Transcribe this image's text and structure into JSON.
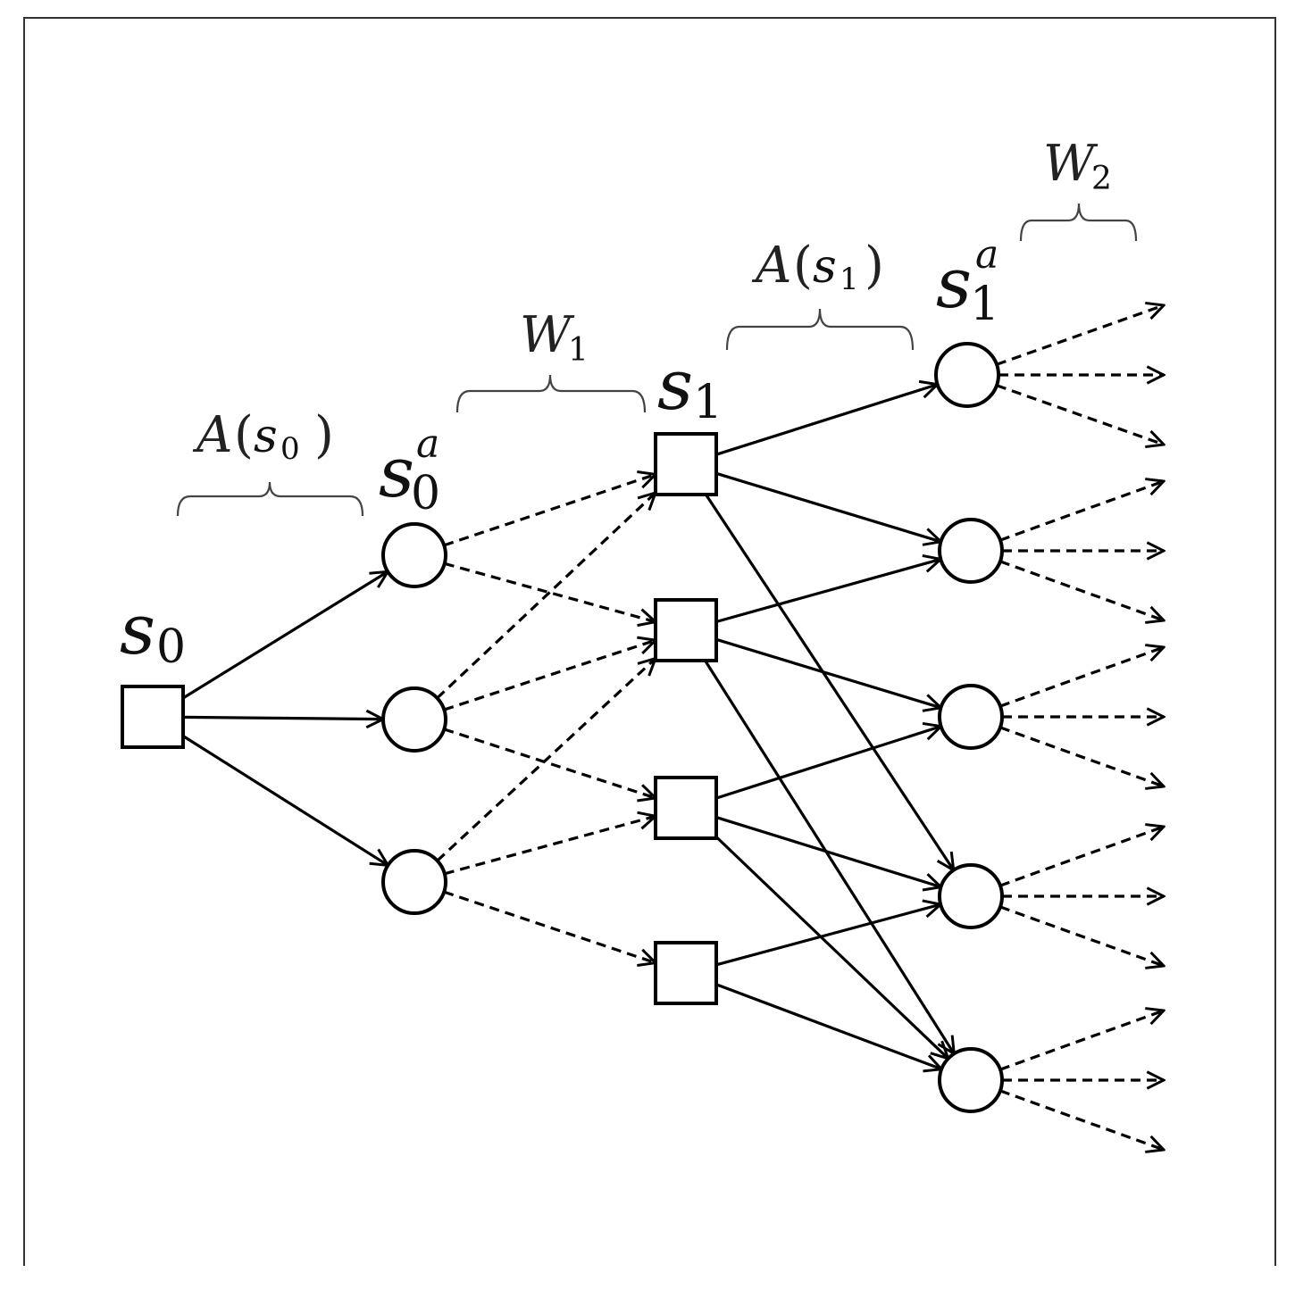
{
  "labels": {
    "s0_base": "s",
    "s0_sub": "0",
    "s0a_base": "s",
    "s0a_sub": "0",
    "s0a_sup": "a",
    "s1_base": "s",
    "s1_sub": "1",
    "s1a_base": "s",
    "s1a_sub": "1",
    "s1a_sup": "a",
    "A_s0_script": "A",
    "A_s0_open": "(",
    "A_s0_var": "s",
    "A_s0_sub": "0",
    "A_s0_close": ")",
    "A_s1_script": "A",
    "A_s1_open": "(",
    "A_s1_var": "s",
    "A_s1_sub": "1",
    "A_s1_close": ")",
    "W1_base": "W",
    "W1_sub": "1",
    "W2_base": "W",
    "W2_sub": "2"
  },
  "nodes": [
    {
      "id": "s0",
      "kind": "decision"
    },
    {
      "id": "a0",
      "kind": "post-decision"
    },
    {
      "id": "a1",
      "kind": "post-decision"
    },
    {
      "id": "a2",
      "kind": "post-decision"
    },
    {
      "id": "d0",
      "kind": "decision"
    },
    {
      "id": "d1",
      "kind": "decision"
    },
    {
      "id": "d2",
      "kind": "decision"
    },
    {
      "id": "d3",
      "kind": "decision"
    },
    {
      "id": "b0",
      "kind": "post-decision"
    },
    {
      "id": "b1",
      "kind": "post-decision"
    },
    {
      "id": "b2",
      "kind": "post-decision"
    },
    {
      "id": "b3",
      "kind": "post-decision"
    },
    {
      "id": "b4",
      "kind": "post-decision"
    }
  ],
  "edges": [
    {
      "from": "s0",
      "to": "a0",
      "style": "solid"
    },
    {
      "from": "s0",
      "to": "a1",
      "style": "solid"
    },
    {
      "from": "s0",
      "to": "a2",
      "style": "solid"
    },
    {
      "from": "a0",
      "to": "d0",
      "style": "dashed"
    },
    {
      "from": "a0",
      "to": "d1",
      "style": "dashed"
    },
    {
      "from": "a1",
      "to": "d0",
      "style": "dashed"
    },
    {
      "from": "a1",
      "to": "d1",
      "style": "dashed"
    },
    {
      "from": "a1",
      "to": "d2",
      "style": "dashed"
    },
    {
      "from": "a2",
      "to": "d1",
      "style": "dashed"
    },
    {
      "from": "a2",
      "to": "d2",
      "style": "dashed"
    },
    {
      "from": "a2",
      "to": "d3",
      "style": "dashed"
    },
    {
      "from": "d0",
      "to": "b0",
      "style": "solid"
    },
    {
      "from": "d0",
      "to": "b1",
      "style": "solid"
    },
    {
      "from": "d0",
      "to": "b3",
      "style": "solid"
    },
    {
      "from": "d1",
      "to": "b1",
      "style": "solid"
    },
    {
      "from": "d1",
      "to": "b2",
      "style": "solid"
    },
    {
      "from": "d1",
      "to": "b4",
      "style": "solid"
    },
    {
      "from": "d2",
      "to": "b2",
      "style": "solid"
    },
    {
      "from": "d2",
      "to": "b3",
      "style": "solid"
    },
    {
      "from": "d2",
      "to": "b4",
      "style": "solid"
    },
    {
      "from": "d3",
      "to": "b3",
      "style": "solid"
    },
    {
      "from": "d3",
      "to": "b4",
      "style": "solid"
    }
  ],
  "outgoing": [
    {
      "from": "b0",
      "count": 3,
      "style": "dashed"
    },
    {
      "from": "b1",
      "count": 3,
      "style": "dashed"
    },
    {
      "from": "b2",
      "count": 3,
      "style": "dashed"
    },
    {
      "from": "b3",
      "count": 3,
      "style": "dashed"
    },
    {
      "from": "b4",
      "count": 3,
      "style": "dashed"
    }
  ]
}
